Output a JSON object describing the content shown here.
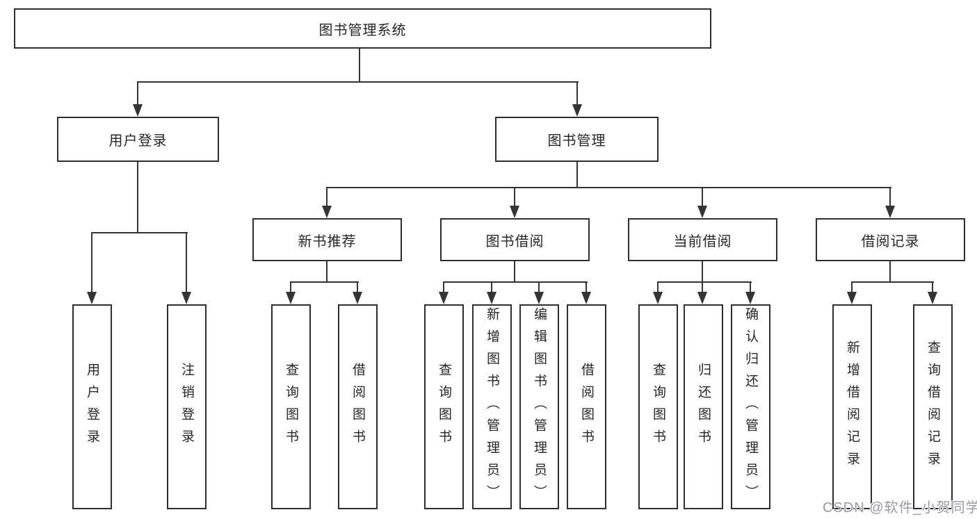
{
  "diagram": {
    "tree": {
      "label": "图书管理系统",
      "children": [
        {
          "label": "用户登录",
          "children": [
            {
              "label": "用户登录"
            },
            {
              "label": "注销登录"
            }
          ]
        },
        {
          "label": "图书管理",
          "children": [
            {
              "label": "新书推荐",
              "children": [
                {
                  "label": "查询图书"
                },
                {
                  "label": "借阅图书"
                }
              ]
            },
            {
              "label": "图书借阅",
              "children": [
                {
                  "label": "查询图书"
                },
                {
                  "label": "新增图书（管理员）"
                },
                {
                  "label": "编辑图书（管理员）"
                },
                {
                  "label": "借阅图书"
                }
              ]
            },
            {
              "label": "当前借阅",
              "children": [
                {
                  "label": "查询图书"
                },
                {
                  "label": "归还图书"
                },
                {
                  "label": "确认归还（管理员）"
                }
              ]
            },
            {
              "label": "借阅记录",
              "children": [
                {
                  "label": "新增借阅记录"
                },
                {
                  "label": "查询借阅记录"
                }
              ]
            }
          ]
        }
      ]
    },
    "watermark": "CSDN @软件_小贺同学",
    "colors": {
      "line": "#343434",
      "border": "#2e2e2e",
      "text": "#262626",
      "background": "#ffffff",
      "watermark": "#989aa2"
    }
  }
}
